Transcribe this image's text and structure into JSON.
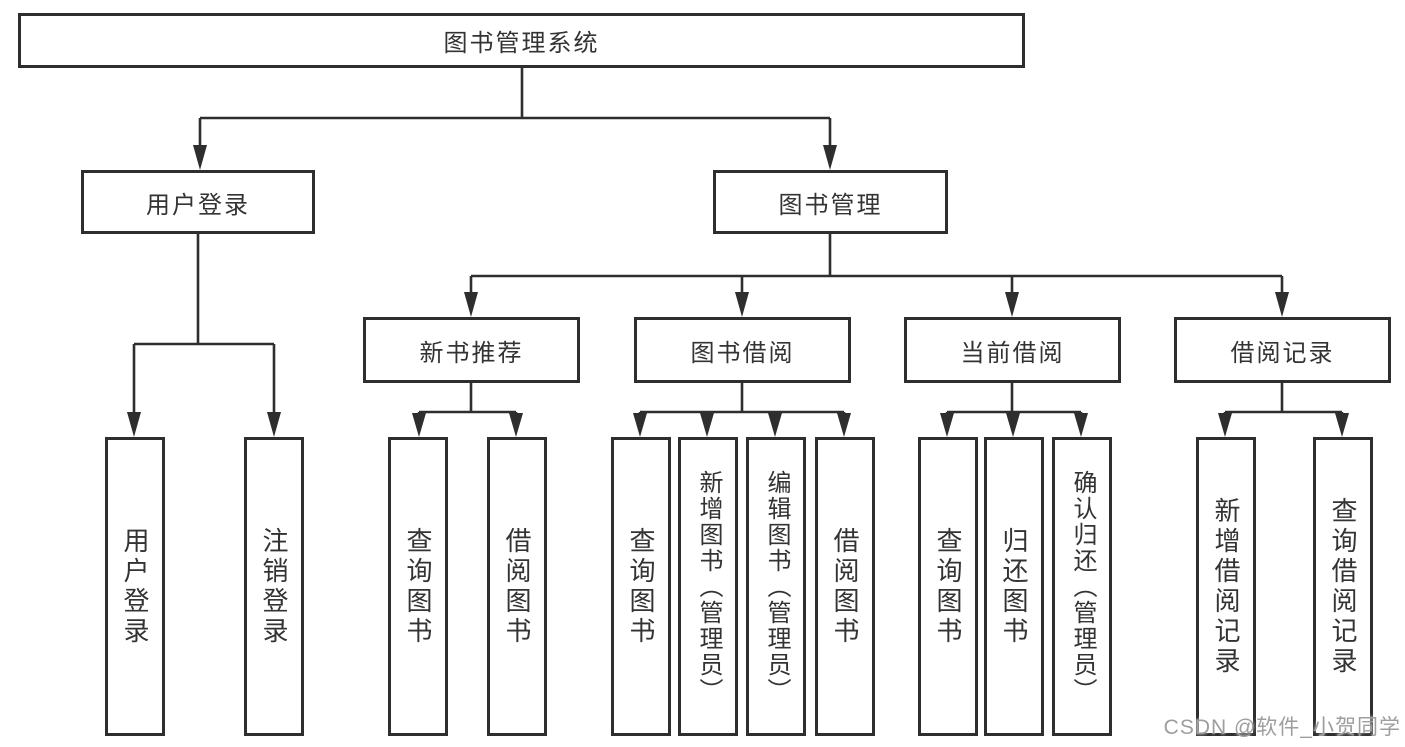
{
  "diagram": {
    "kind": "functional-structure-chart",
    "colors": {
      "line": "#2e2e2e",
      "box_border": "#2e2e2e",
      "text": "#333333",
      "background": "#ffffff",
      "watermark": "#9e9e9e"
    },
    "watermark": {
      "text": "CSDN @软件_小贺同学"
    }
  },
  "tree": {
    "label": "图书管理系统",
    "children": [
      {
        "label": "用户登录",
        "children": [
          {
            "label": "用户登录"
          },
          {
            "label": "注销登录"
          }
        ]
      },
      {
        "label": "图书管理",
        "children": [
          {
            "label": "新书推荐",
            "children": [
              {
                "label": "查询图书"
              },
              {
                "label": "借阅图书"
              }
            ]
          },
          {
            "label": "图书借阅",
            "children": [
              {
                "label": "查询图书"
              },
              {
                "label": "新增图书（管理员）"
              },
              {
                "label": "编辑图书（管理员）"
              },
              {
                "label": "借阅图书"
              }
            ]
          },
          {
            "label": "当前借阅",
            "children": [
              {
                "label": "查询图书"
              },
              {
                "label": "归还图书"
              },
              {
                "label": "确认归还（管理员）"
              }
            ]
          },
          {
            "label": "借阅记录",
            "children": [
              {
                "label": "新增借阅记录"
              },
              {
                "label": "查询借阅记录"
              }
            ]
          }
        ]
      }
    ]
  }
}
